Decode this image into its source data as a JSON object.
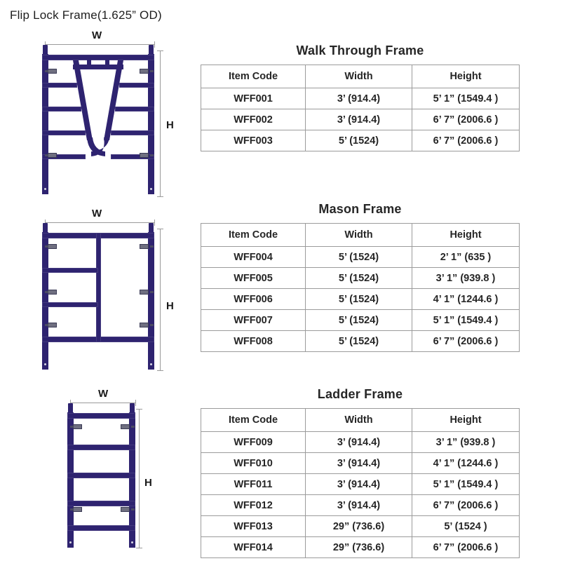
{
  "sheet": {
    "title": "Flip Lock Frame(1.625”  OD)"
  },
  "dimensions": {
    "width_label": "W",
    "height_label": "H"
  },
  "sections": [
    {
      "id": "walk-through",
      "drawing_name": "walk-through-frame-drawing",
      "table": {
        "title": "Walk Through Frame",
        "columns": [
          "Item Code",
          "Width",
          "Height"
        ],
        "rows": [
          [
            "WFF001",
            "3’  (914.4)",
            "5’  1” (1549.4 )"
          ],
          [
            "WFF002",
            "3’  (914.4)",
            "6’  7” (2006.6 )"
          ],
          [
            "WFF003",
            "5’  (1524)",
            "6’  7” (2006.6 )"
          ]
        ]
      }
    },
    {
      "id": "mason",
      "drawing_name": "mason-frame-drawing",
      "table": {
        "title": "Mason Frame",
        "columns": [
          "Item Code",
          "Width",
          "Height"
        ],
        "rows": [
          [
            "WFF004",
            "5’  (1524)",
            "2’  1” (635 )"
          ],
          [
            "WFF005",
            "5’  (1524)",
            "3’  1” (939.8 )"
          ],
          [
            "WFF006",
            "5’  (1524)",
            "4’  1” (1244.6 )"
          ],
          [
            "WFF007",
            "5’  (1524)",
            "5’  1” (1549.4 )"
          ],
          [
            "WFF008",
            "5’  (1524)",
            "6’  7” (2006.6 )"
          ]
        ]
      }
    },
    {
      "id": "ladder",
      "drawing_name": "ladder-frame-drawing",
      "table": {
        "title": "Ladder Frame",
        "columns": [
          "Item Code",
          "Width",
          "Height"
        ],
        "rows": [
          [
            "WFF009",
            "3’  (914.4)",
            "3’  1” (939.8 )"
          ],
          [
            "WFF010",
            "3’  (914.4)",
            "4’  1” (1244.6 )"
          ],
          [
            "WFF011",
            "3’  (914.4)",
            "5’  1” (1549.4 )"
          ],
          [
            "WFF012",
            "3’  (914.4)",
            "6’  7” (2006.6 )"
          ],
          [
            "WFF013",
            "29”  (736.6)",
            "5’  (1524 )"
          ],
          [
            "WFF014",
            "29”  (736.6)",
            "6’  7” (2006.6 )"
          ]
        ]
      }
    }
  ],
  "colors": {
    "steel": "#2e2370",
    "table_border": "#9b9b9b",
    "text": "#262626",
    "dimension_line": "#9a9a9a"
  }
}
